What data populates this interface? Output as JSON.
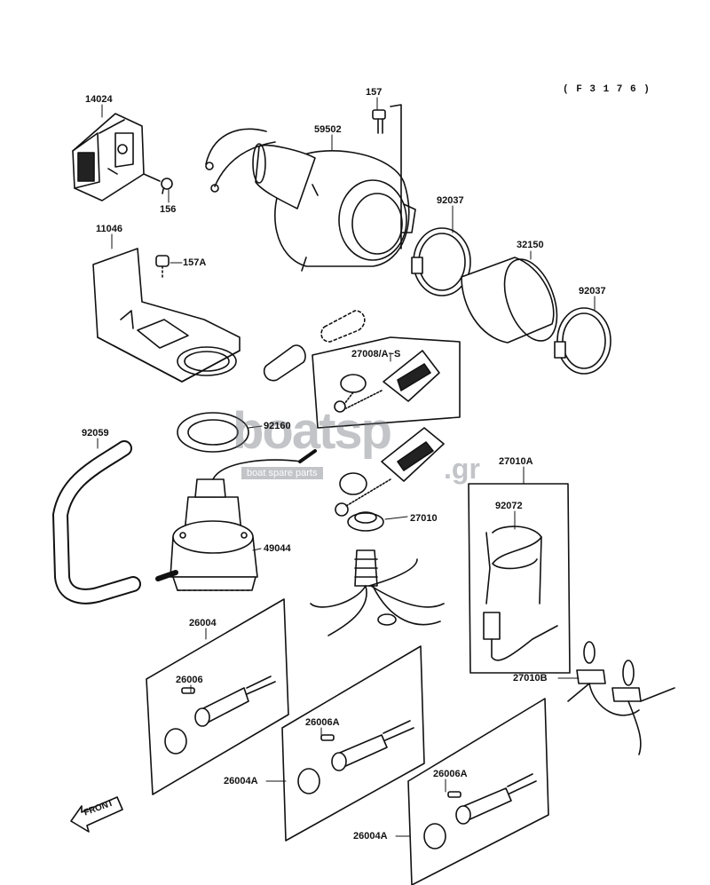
{
  "diagram": {
    "code": "( F 3 1 7 6 )",
    "front_label": "FRONT",
    "watermark": {
      "brand": "boatsp",
      "suffix": ".gr",
      "tagline": "boat spare parts"
    },
    "callouts": [
      {
        "id": "p14024",
        "label": "14024"
      },
      {
        "id": "p156",
        "label": "156"
      },
      {
        "id": "p157",
        "label": "157"
      },
      {
        "id": "p59502",
        "label": "59502"
      },
      {
        "id": "p92037a",
        "label": "92037"
      },
      {
        "id": "p32150",
        "label": "32150"
      },
      {
        "id": "p92037b",
        "label": "92037"
      },
      {
        "id": "p11046",
        "label": "11046"
      },
      {
        "id": "p157A",
        "label": "157A"
      },
      {
        "id": "p27008",
        "label": "27008/A~S"
      },
      {
        "id": "p92059",
        "label": "92059"
      },
      {
        "id": "p92160",
        "label": "92160"
      },
      {
        "id": "p27010A",
        "label": "27010A"
      },
      {
        "id": "p92072",
        "label": "92072"
      },
      {
        "id": "p27010",
        "label": "27010"
      },
      {
        "id": "p49044",
        "label": "49044"
      },
      {
        "id": "p26004",
        "label": "26004"
      },
      {
        "id": "p26006",
        "label": "26006"
      },
      {
        "id": "p26006A1",
        "label": "26006A"
      },
      {
        "id": "p27010B",
        "label": "27010B"
      },
      {
        "id": "p26004A1",
        "label": "26004A"
      },
      {
        "id": "p26006A2",
        "label": "26006A"
      },
      {
        "id": "p26004A2",
        "label": "26004A"
      }
    ]
  }
}
